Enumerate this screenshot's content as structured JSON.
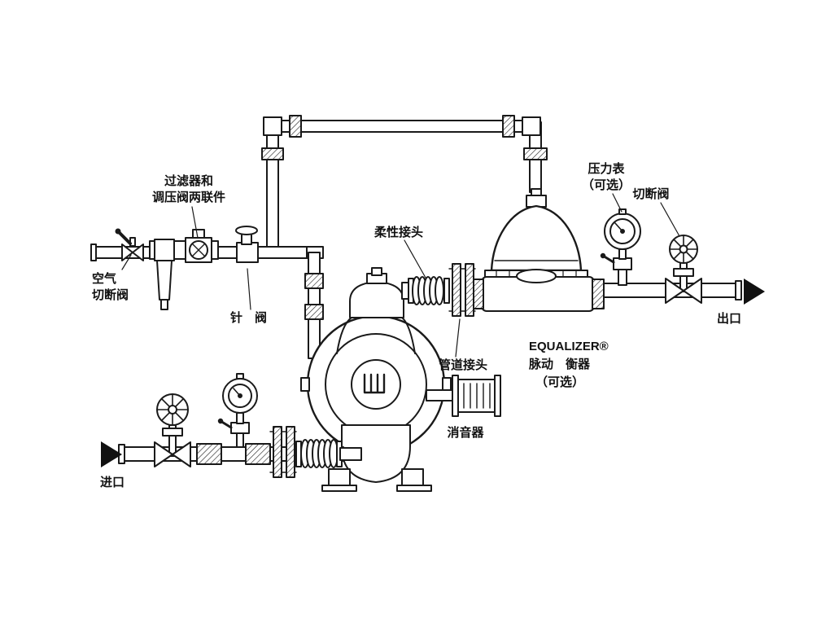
{
  "figure": {
    "background": "#ffffff",
    "line_color": "#1a1a1a",
    "arrow_color": "#111111",
    "labels": {
      "filter_regulator_1": "过滤器和",
      "filter_regulator_2": "调压阀两联件",
      "air_shutoff_1": "空气",
      "air_shutoff_2": "切断阀",
      "needle_valve": "针　阀",
      "flexible_joint": "柔性接头",
      "pressure_gauge_1": "压力表",
      "pressure_gauge_2": "（可选）",
      "shutoff_valve": "切断阀",
      "outlet": "出口",
      "equalizer_1": "EQUALIZER®",
      "equalizer_2": "脉动　衡器",
      "equalizer_3": "（可选）",
      "pipe_joint": "管道接头",
      "muffler": "消音器",
      "inlet": "进口"
    }
  }
}
